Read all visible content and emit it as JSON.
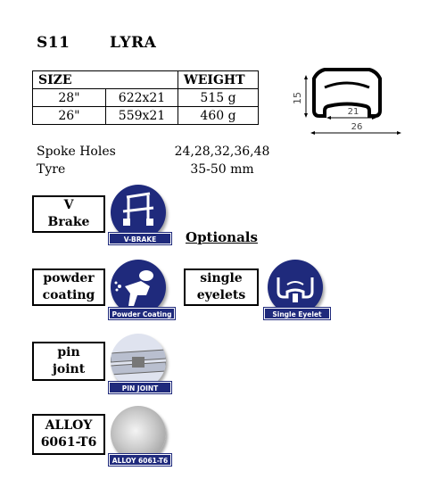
{
  "header": {
    "code": "S11",
    "name": "LYRA"
  },
  "spec_table": {
    "headers": {
      "size": "SIZE",
      "weight": "WEIGHT"
    },
    "rows": [
      {
        "size": "28\"",
        "dims": "622x21",
        "weight": "515 g"
      },
      {
        "size": "26\"",
        "dims": "559x21",
        "weight": "460 g"
      }
    ]
  },
  "profile": {
    "height": "15",
    "inner_width": "21",
    "outer_width": "26"
  },
  "specs": {
    "spoke_holes_label": "Spoke Holes",
    "spoke_holes_value": "24,28,32,36,48",
    "tyre_label": "Tyre",
    "tyre_value": "35-50 mm"
  },
  "features": {
    "vbrake": {
      "line1": "V",
      "line2": "Brake",
      "badge": "V-BRAKE"
    },
    "optionals_heading": "Optionals",
    "powder": {
      "line1": "powder",
      "line2": "coating",
      "badge": "Powder Coating"
    },
    "eyelets": {
      "line1": "single",
      "line2": "eyelets",
      "badge": "Single Eyelet"
    },
    "pin": {
      "line1": "pin",
      "line2": "joint",
      "badge": "PIN JOINT"
    },
    "alloy": {
      "line1": "ALLOY",
      "line2": "6061-T6",
      "badge": "ALLOY 6061-T6"
    }
  },
  "colors": {
    "badge_blue": "#1f2a7c",
    "badge_light": "#dfe3ef"
  }
}
